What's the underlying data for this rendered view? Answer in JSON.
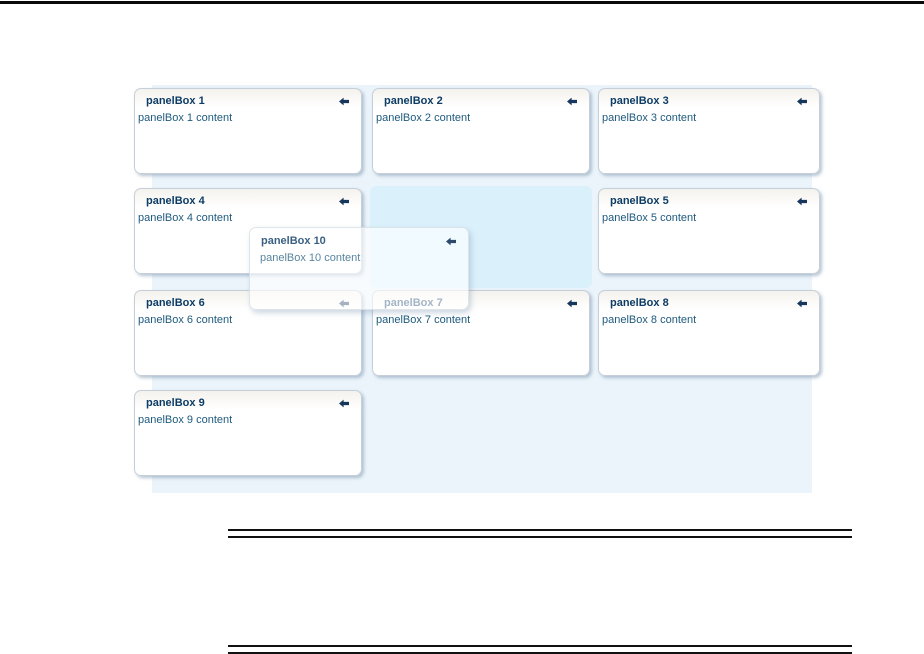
{
  "page": {
    "description": "Documentation figure: panelBox drag-and-drop demo",
    "background_color": "#ffffff",
    "top_rule_color": "#0a0a0a",
    "table_rule_color": "#111111"
  },
  "demo": {
    "canvas_color": "#ebf4fb",
    "drop_cell_color": "#daf1fb",
    "panel_border_color": "#c6cfd8",
    "title_color": "#0d3c66",
    "content_color": "#1e5a7e",
    "arrow_icon_color": "#16365c",
    "arrow_icon_name": "left-arrow-icon",
    "panels": [
      {
        "id": 1,
        "title": "panelBox 1",
        "content": "panelBox 1 content",
        "row": 1,
        "col": "left"
      },
      {
        "id": 2,
        "title": "panelBox 2",
        "content": "panelBox 2 content",
        "row": 1,
        "col": "mid"
      },
      {
        "id": 3,
        "title": "panelBox 3",
        "content": "panelBox 3 content",
        "row": 1,
        "col": "right"
      },
      {
        "id": 4,
        "title": "panelBox 4",
        "content": "panelBox 4 content",
        "row": 2,
        "col": "left"
      },
      {
        "id": 5,
        "title": "panelBox 5",
        "content": "panelBox 5 content",
        "row": 2,
        "col": "right"
      },
      {
        "id": 6,
        "title": "panelBox 6",
        "content": "panelBox 6 content",
        "row": 3,
        "col": "left"
      },
      {
        "id": 7,
        "title": "panelBox 7",
        "content": "panelBox 7 content",
        "row": 3,
        "col": "mid"
      },
      {
        "id": 8,
        "title": "panelBox 8",
        "content": "panelBox 8 content",
        "row": 3,
        "col": "right"
      },
      {
        "id": 9,
        "title": "panelBox 9",
        "content": "panelBox 9 content",
        "row": 4,
        "col": "left"
      }
    ],
    "ghost": {
      "title": "panelBox 10",
      "content": "panelBox 10 content",
      "state": "dragging"
    }
  }
}
